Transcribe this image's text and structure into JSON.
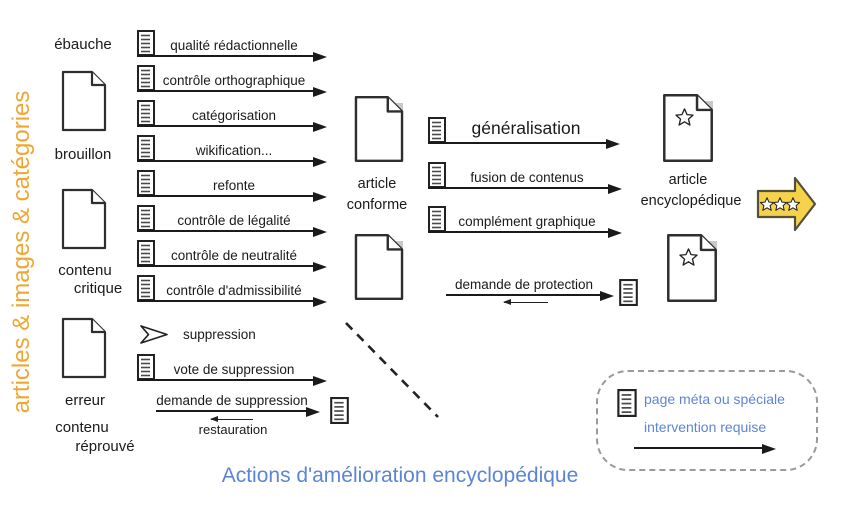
{
  "diagram": {
    "side_label": "articles & images & catégories",
    "title": "Actions d'amélioration encyclopédique",
    "states": {
      "ebauche": "ébauche",
      "brouillon": "brouillon",
      "contenu_critique_1": "contenu",
      "contenu_critique_2": "critique",
      "erreur": "erreur",
      "contenu_reprouve_1": "contenu",
      "contenu_reprouve_2": "réprouvé",
      "article_conforme_1": "article",
      "article_conforme_2": "conforme",
      "article_encyclopedique_1": "article",
      "article_encyclopedique_2": "encyclopédique"
    },
    "maintenance_actions": [
      "qualité rédactionnelle",
      "contrôle orthographique",
      "catégorisation",
      "wikification...",
      "refonte",
      "contrôle de légalité",
      "contrôle de neutralité",
      "contrôle d'admissibilité"
    ],
    "deletion_actions": {
      "suppression": "suppression",
      "vote": "vote de suppression",
      "demande": "demande de suppression",
      "restauration": "restauration"
    },
    "improvement_actions": [
      "généralisation",
      "fusion de contenus",
      "complément graphique"
    ],
    "protection_action": "demande de protection",
    "legend": {
      "line1": "page méta ou spéciale",
      "line2": "intervention requise"
    },
    "icons": {
      "small_page": "meta-page-icon",
      "document": "document-icon",
      "star_document": "starred-document-icon",
      "chevron": "open-arrow-icon",
      "star_arrow": "three-star-arrow-icon"
    },
    "colors": {
      "orange": "#efa733",
      "blue": "#5c85d6",
      "yellow": "#f6d24a"
    }
  }
}
